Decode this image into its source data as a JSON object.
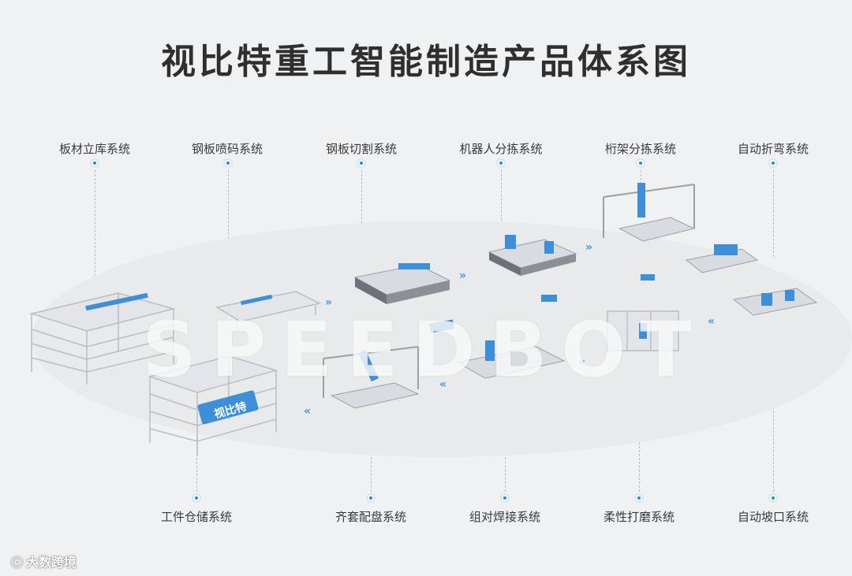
{
  "title": "视比特重工智能制造产品体系图",
  "watermark": "SPEEDBOT",
  "top_labels": [
    "板材立库系统",
    "钢板喷码系统",
    "钢板切割系统",
    "机器人分拣系统",
    "桁架分拣系统",
    "自动折弯系统"
  ],
  "bottom_labels": [
    "工件仓储系统",
    "齐套配盘系统",
    "组对焊接系统",
    "柔性打磨系统",
    "自动坡口系统"
  ],
  "warehouse_brand": "视比特",
  "footer": {
    "icon": "dashuju-logo-icon",
    "text": "大数跨境"
  },
  "colors": {
    "accent": "#1a8ee0",
    "machine_blue": "#3d8fd8",
    "frame": "#c9cdd2"
  }
}
